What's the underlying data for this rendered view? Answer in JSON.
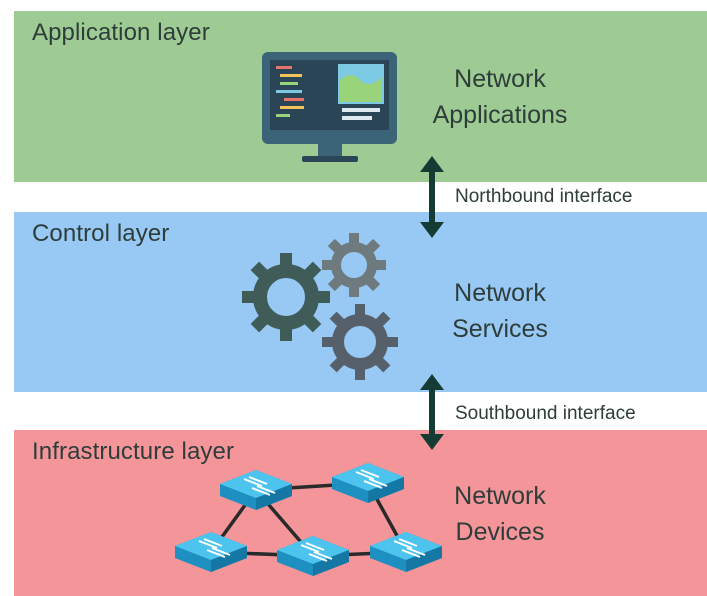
{
  "colors": {
    "application_layer": "#9ecb94",
    "control_layer": "#97c9f4",
    "infrastructure_layer": "#f4959a",
    "arrow": "#143c34",
    "text": "#2e3d3a"
  },
  "layers": {
    "application": {
      "title": "Application layer",
      "desc_line1": "Network",
      "desc_line2": "Applications",
      "icon": "computer-monitor-icon"
    },
    "control": {
      "title": "Control layer",
      "desc_line1": "Network",
      "desc_line2": "Services",
      "icon": "gears-icon"
    },
    "infrastructure": {
      "title": "Infrastructure layer",
      "desc_line1": "Network",
      "desc_line2": "Devices",
      "icon": "network-switches-icon"
    }
  },
  "interfaces": {
    "northbound": "Northbound interface",
    "southbound": "Southbound interface"
  }
}
